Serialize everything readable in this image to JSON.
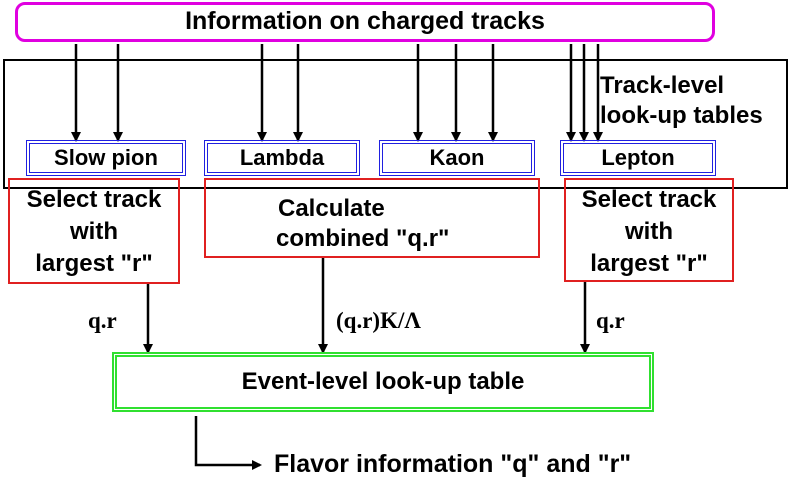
{
  "top": {
    "label": "Information on charged tracks"
  },
  "track_region": {
    "label_line1": "Track-level",
    "label_line2": "look-up tables"
  },
  "tables": {
    "slow_pion": "Slow pion",
    "lambda": "Lambda",
    "kaon": "Kaon",
    "lepton": "Lepton"
  },
  "processing": {
    "left": {
      "line1": "Select track",
      "line2": "with",
      "line3": "largest \"r\""
    },
    "middle": {
      "line1": "Calculate",
      "line2": "combined \"q.r\""
    },
    "right": {
      "line1": "Select track",
      "line2": "with",
      "line3": "largest \"r\""
    }
  },
  "arrow_labels": {
    "left": "q.r",
    "middle": "(q.r)K/Λ",
    "right": "q.r"
  },
  "event": {
    "label": "Event-level look-up table"
  },
  "output": {
    "label": "Flavor information \"q\" and \"r\""
  },
  "colors": {
    "top_border": "#e000e0",
    "region_border": "#000000",
    "table_border": "#2020e0",
    "process_border": "#e02020",
    "event_border": "#30e030"
  }
}
